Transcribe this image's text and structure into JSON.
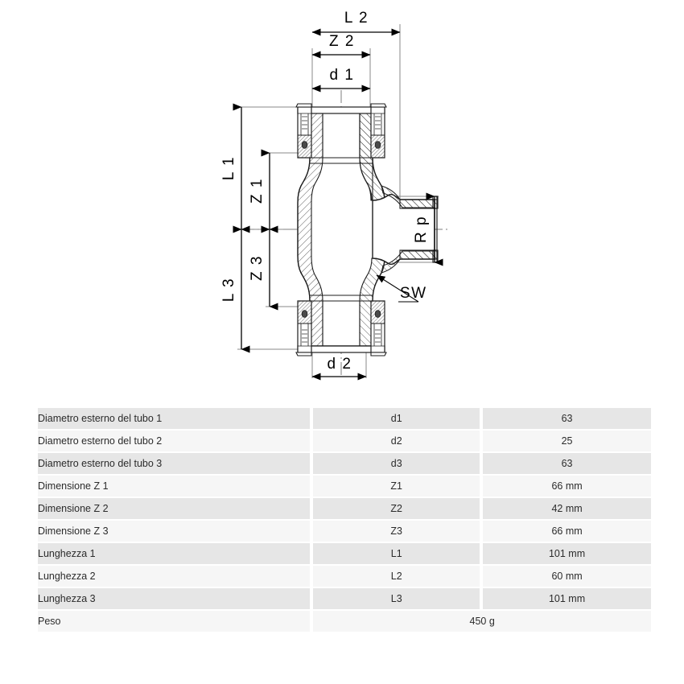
{
  "drawing": {
    "title": "press-fit-tee-cross-section",
    "dimension_labels": {
      "l2": "L 2",
      "z2": "Z 2",
      "d1": "d 1",
      "l1": "L 1",
      "z1": "Z 1",
      "z3": "Z 3",
      "l3": "L 3",
      "rp": "R p",
      "sw": "SW",
      "d2": "d 2"
    }
  },
  "table": {
    "rows": [
      {
        "desc": "Diametro esterno del tubo 1",
        "symbol": "d1",
        "value": "63"
      },
      {
        "desc": "Diametro esterno del tubo 2",
        "symbol": "d2",
        "value": "25"
      },
      {
        "desc": "Diametro esterno del tubo 3",
        "symbol": "d3",
        "value": "63"
      },
      {
        "desc": "Dimensione Z 1",
        "symbol": "Z1",
        "value": "66 mm"
      },
      {
        "desc": "Dimensione Z 2",
        "symbol": "Z2",
        "value": "42 mm"
      },
      {
        "desc": "Dimensione Z 3",
        "symbol": "Z3",
        "value": "66 mm"
      },
      {
        "desc": "Lunghezza 1",
        "symbol": "L1",
        "value": "101 mm"
      },
      {
        "desc": "Lunghezza 2",
        "symbol": "L2",
        "value": "60 mm"
      },
      {
        "desc": "Lunghezza 3",
        "symbol": "L3",
        "value": "101 mm"
      }
    ],
    "weight_row": {
      "desc": "Peso",
      "value": "450 g"
    }
  }
}
